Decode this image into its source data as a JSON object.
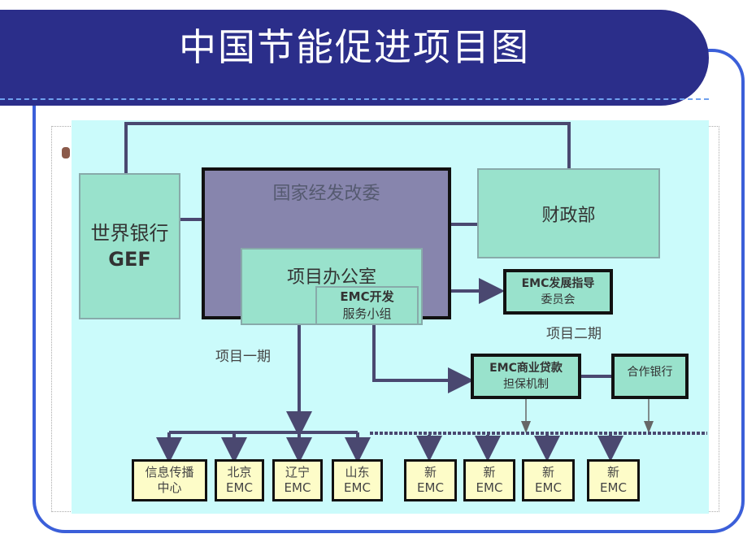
{
  "title": "中国节能促进项目图",
  "nodes": {
    "world_bank": [
      "世界银行",
      "GEF"
    ],
    "ndrc": "国家经发改委",
    "mof": "财政部",
    "project_office": "项目办公室",
    "emc_service_group": [
      "EMC开发",
      "服务小组"
    ],
    "emc_committee": [
      "EMC发展指导",
      "委员会"
    ],
    "emc_loan": [
      "EMC商业贷款",
      "担保机制"
    ],
    "partner_bank": "合作银行",
    "info_center": [
      "信息传播",
      "中心"
    ],
    "beijing": [
      "北京",
      "EMC"
    ],
    "liaoning": [
      "辽宁",
      "EMC"
    ],
    "shandong": [
      "山东",
      "EMC"
    ],
    "new_emc": [
      "新",
      "EMC"
    ]
  },
  "labels": {
    "phase1": "项目一期",
    "phase2": "项目二期"
  },
  "colors": {
    "banner": "#2b2e8a",
    "frame": "#3b5fd9",
    "background": "#cbfbfb",
    "box": "#99e2cc",
    "ndrc": "#8785ad",
    "leaf": "#fdfcc8"
  }
}
